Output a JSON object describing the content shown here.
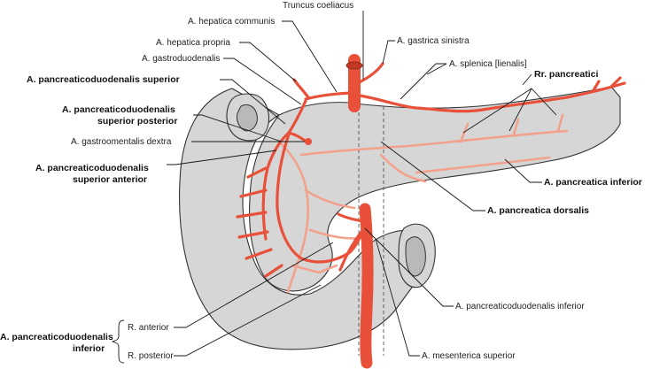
{
  "labels": {
    "truncus_coeliacus": "Truncus coeliacus",
    "hepatica_communis": "A. hepatica communis",
    "gastrica_sinistra": "A. gastrica sinistra",
    "hepatica_propria": "A. hepatica propria",
    "gastroduodenalis": "A. gastroduodenalis",
    "splenica": "A. splenica [lienalis]",
    "pd_superior": "A. pancreaticoduodenalis superior",
    "rr_pancreatici": "Rr. pancreatici",
    "pd_sup_post_1": "A. pancreaticoduodenalis",
    "pd_sup_post_2": "superior posterior",
    "gastroomentalis": "A. gastroomentalis dextra",
    "pd_sup_ant_1": "A. pancreaticoduodenalis",
    "pd_sup_ant_2": "superior anterior",
    "pancreatica_inferior": "A. pancreatica inferior",
    "pancreatica_dorsalis": "A. pancreatica dorsalis",
    "pd_inferior_small": "A. pancreaticoduodenalis inferior",
    "mesenterica_superior": "A. mesenterica superior",
    "pd_inf_1": "A. pancreaticoduodenalis",
    "pd_inf_2": "inferior",
    "r_anterior": "R. anterior",
    "r_posterior": "R. posterior"
  },
  "colors": {
    "artery": "#e8503a",
    "artery_light": "#f2a28c",
    "organ": "#d6d6d6"
  }
}
